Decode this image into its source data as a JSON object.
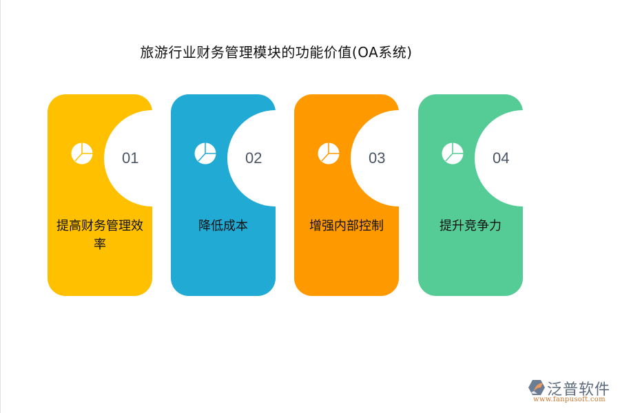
{
  "title": "旅游行业财务管理模块的功能价值(OA系统)",
  "cards": [
    {
      "number": "01",
      "label": "提高财务管理效率",
      "color": "#FFC000",
      "icon": "pie-chart-icon"
    },
    {
      "number": "02",
      "label": "降低成本",
      "color": "#21AAD4",
      "icon": "pie-chart-icon"
    },
    {
      "number": "03",
      "label": "增强内部控制",
      "color": "#FF9900",
      "icon": "pie-chart-icon"
    },
    {
      "number": "04",
      "label": "提升竞争力",
      "color": "#55CB96",
      "icon": "pie-chart-icon"
    }
  ],
  "logo": {
    "brand": "泛普软件",
    "url": "www.fanpusoft.com"
  }
}
